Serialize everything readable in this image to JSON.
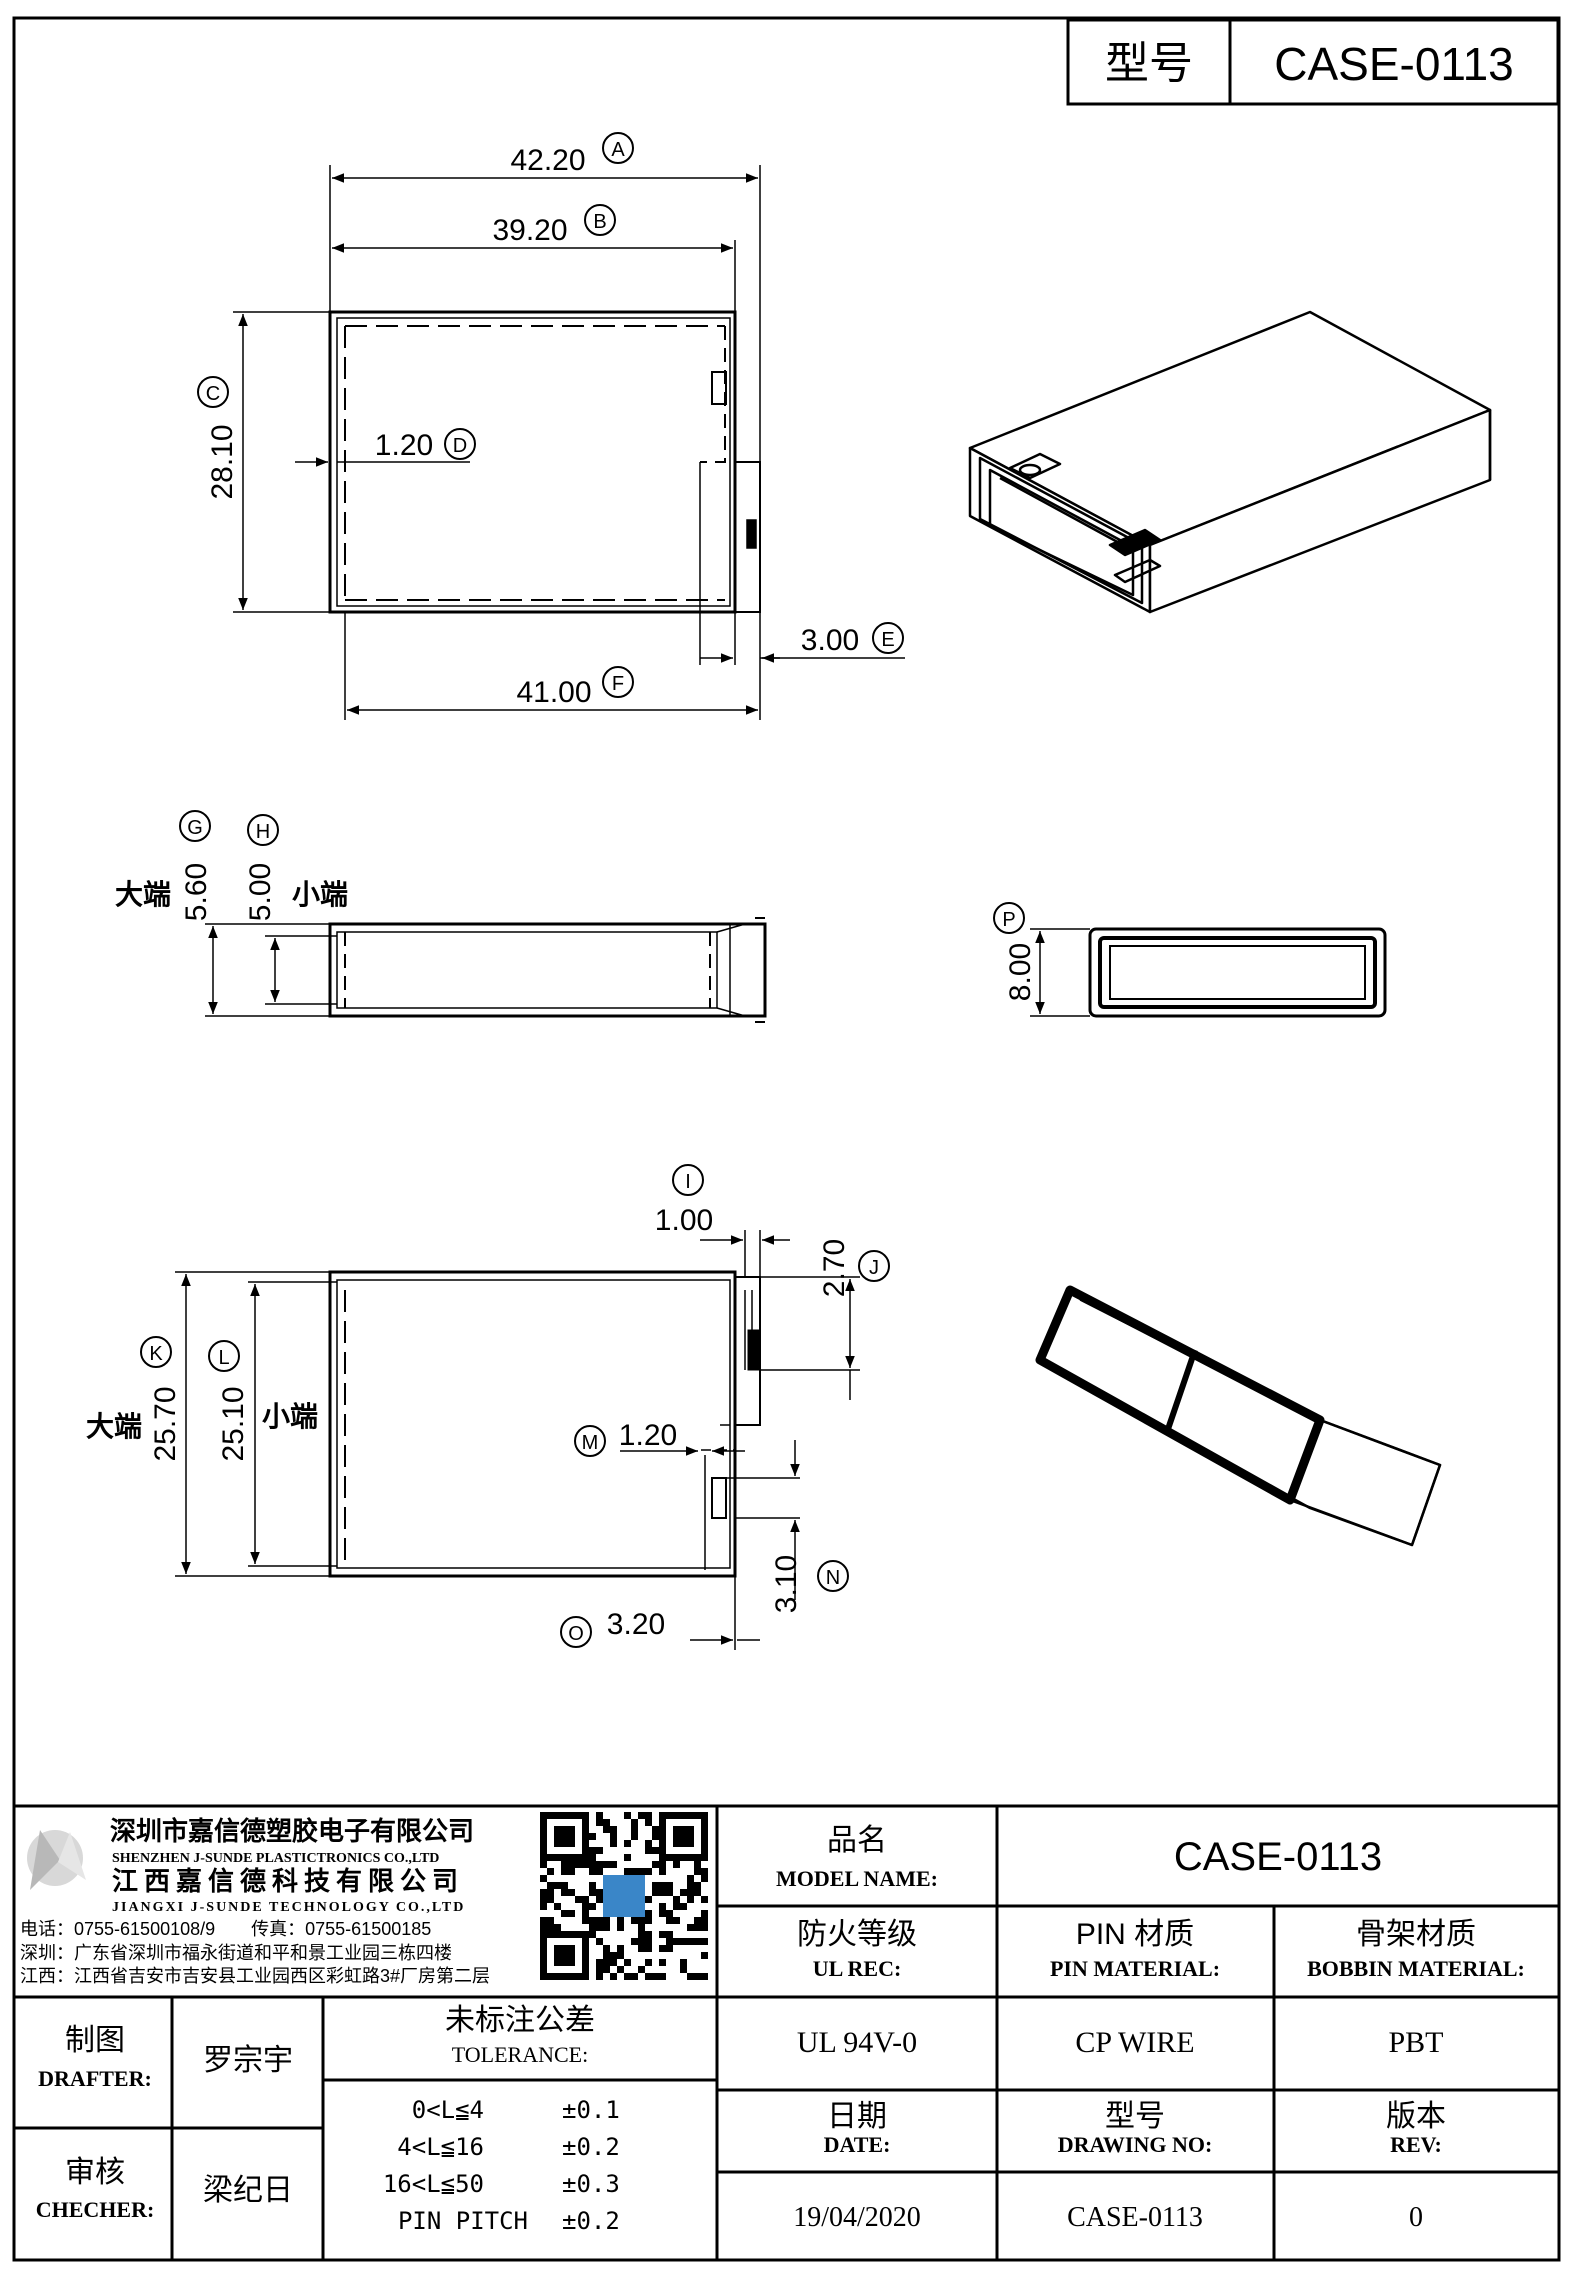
{
  "header": {
    "label": "型号",
    "code": "CASE-0113"
  },
  "dimensions": {
    "A": {
      "value": "42.20",
      "tag": "A"
    },
    "B": {
      "value": "39.20",
      "tag": "B"
    },
    "C": {
      "value": "28.10",
      "tag": "C"
    },
    "D": {
      "value": "1.20",
      "tag": "D"
    },
    "E": {
      "value": "3.00",
      "tag": "E"
    },
    "F": {
      "value": "41.00",
      "tag": "F"
    },
    "G": {
      "value": "5.60",
      "tag": "G"
    },
    "H": {
      "value": "5.00",
      "tag": "H"
    },
    "P": {
      "value": "8.00",
      "tag": "P"
    },
    "I": {
      "value": "1.00",
      "tag": "I"
    },
    "J": {
      "value": "2.70",
      "tag": "J"
    },
    "K": {
      "value": "25.70",
      "tag": "K"
    },
    "L": {
      "value": "25.10",
      "tag": "L"
    },
    "M": {
      "value": "1.20",
      "tag": "M"
    },
    "N": {
      "value": "3.10",
      "tag": "N"
    },
    "O": {
      "value": "3.20",
      "tag": "O"
    }
  },
  "side_labels": {
    "big_end": "大端",
    "small_end": "小端"
  },
  "company": {
    "name_cn_1": "深圳市嘉信德塑胶电子有限公司",
    "name_en_1": "SHENZHEN J-SUNDE PLASTICTRONICS CO.,LTD",
    "name_cn_2": "江西嘉信德科技有限公司",
    "name_en_2": "JIANGXI J-SUNDE TECHNOLOGY CO.,LTD",
    "tel_line": "电话：0755-61500108/9　　传真：0755-61500185",
    "addr_sz": "深圳：广东省深圳市福永街道和平和景工业园三栋四楼",
    "addr_jx": "江西：江西省吉安市吉安县工业园西区彩虹路3#厂房第二层"
  },
  "titleblock": {
    "model_name_cn": "品名",
    "model_name_en": "MODEL NAME:",
    "model_name_val": "CASE-0113",
    "ul_cn": "防火等级",
    "ul_en": "UL REC:",
    "ul_val": "UL 94V-0",
    "pin_cn": "PIN 材质",
    "pin_en": "PIN MATERIAL:",
    "pin_val": "CP WIRE",
    "bobbin_cn": "骨架材质",
    "bobbin_en": "BOBBIN MATERIAL:",
    "bobbin_val": "PBT",
    "drafter_cn": "制图",
    "drafter_en": "DRAFTER:",
    "drafter_val": "罗宗宇",
    "checker_cn": "审核",
    "checker_en": "CHECHER:",
    "checker_val": "梁纪日",
    "tol_cn": "未标注公差",
    "tol_en": "TOLERANCE:",
    "tol_rows": [
      {
        "range": "0<L≦4",
        "tol": "±0.1"
      },
      {
        "range": "4<L≦16",
        "tol": "±0.2"
      },
      {
        "range": "16<L≦50",
        "tol": "±0.3"
      },
      {
        "range": "PIN PITCH",
        "tol": "±0.2"
      }
    ],
    "date_cn": "日期",
    "date_en": "DATE:",
    "date_val": "19/04/2020",
    "drawno_cn": "型号",
    "drawno_en": "DRAWING NO:",
    "drawno_val": "CASE-0113",
    "rev_cn": "版本",
    "rev_en": "REV:",
    "rev_val": "0"
  },
  "colors": {
    "line": "#000000",
    "qr_accent": "#3a86c8"
  }
}
